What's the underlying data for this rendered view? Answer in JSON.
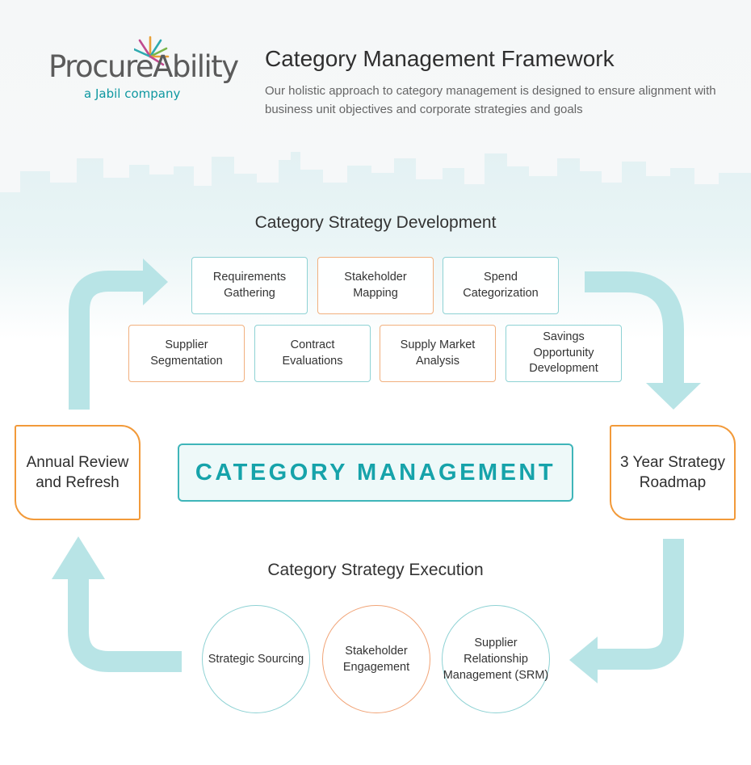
{
  "logo": {
    "brand": "ProcureAbility",
    "tagline": "a Jabil company"
  },
  "header": {
    "title": "Category Management Framework",
    "subtitle": "Our holistic approach to category management is designed to ensure alignment with business unit objectives and corporate strategies and goals"
  },
  "development": {
    "title": "Category Strategy Development",
    "boxes": [
      "Requirements Gathering",
      "Stakeholder Mapping",
      "Spend Categorization",
      "Supplier Segmentation",
      "Contract Evaluations",
      "Supply Market Analysis",
      "Savings Opportunity Development"
    ]
  },
  "center": {
    "label": "CATEGORY MANAGEMENT"
  },
  "left_box": {
    "label": "Annual Review and Refresh"
  },
  "right_box": {
    "label": "3 Year Strategy Roadmap"
  },
  "execution": {
    "title": "Category Strategy Execution",
    "circles": [
      "Strategic Sourcing",
      "Stakeholder Engagement",
      "Supplier Relationship Management (SRM)"
    ]
  },
  "colors": {
    "teal": "#16a3aa",
    "orange": "#f29a3a",
    "arrow": "#b8e4e6"
  }
}
